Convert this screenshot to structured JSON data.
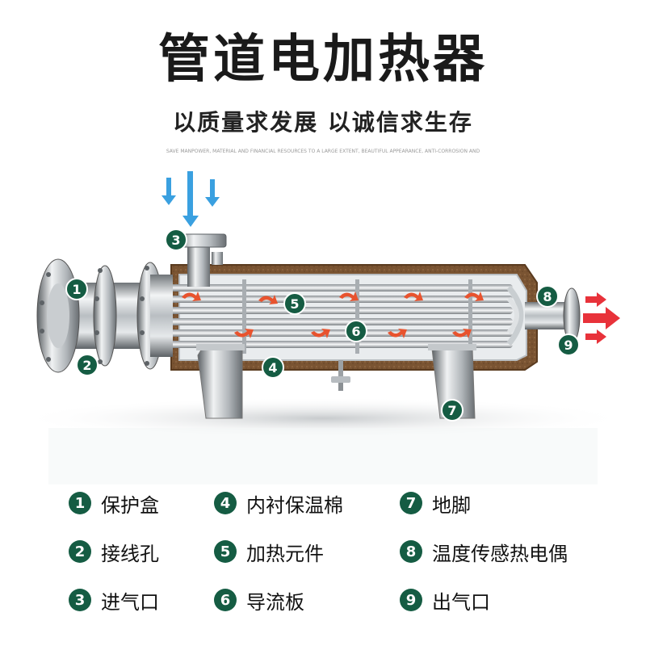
{
  "title": "管道电加热器",
  "subtitle": "以质量求发展 以诚信求生存",
  "english": "SAVE MANPOWER, MATERIAL AND FINANCIAL RESOURCES TO A LARGE EXTENT, BEAUTIFUL APPEARANCE, ANTI-CORROSION AND",
  "colors": {
    "badge": "#155c43",
    "insulation": "#7a5432",
    "flow_arrow": "#e8532e",
    "inlet_arrow": "#3aa0e0"
  },
  "markers": [
    {
      "num": "1"
    },
    {
      "num": "2"
    },
    {
      "num": "3"
    },
    {
      "num": "4"
    },
    {
      "num": "5"
    },
    {
      "num": "6"
    },
    {
      "num": "7"
    },
    {
      "num": "8"
    },
    {
      "num": "9"
    }
  ],
  "legend": [
    {
      "num": "1",
      "label": "保护盒"
    },
    {
      "num": "4",
      "label": "内衬保温棉"
    },
    {
      "num": "7",
      "label": "地脚"
    },
    {
      "num": "2",
      "label": "接线孔"
    },
    {
      "num": "5",
      "label": "加热元件"
    },
    {
      "num": "8",
      "label": "温度传感热电偶"
    },
    {
      "num": "3",
      "label": "进气口"
    },
    {
      "num": "6",
      "label": "导流板"
    },
    {
      "num": "9",
      "label": "出气口"
    }
  ]
}
